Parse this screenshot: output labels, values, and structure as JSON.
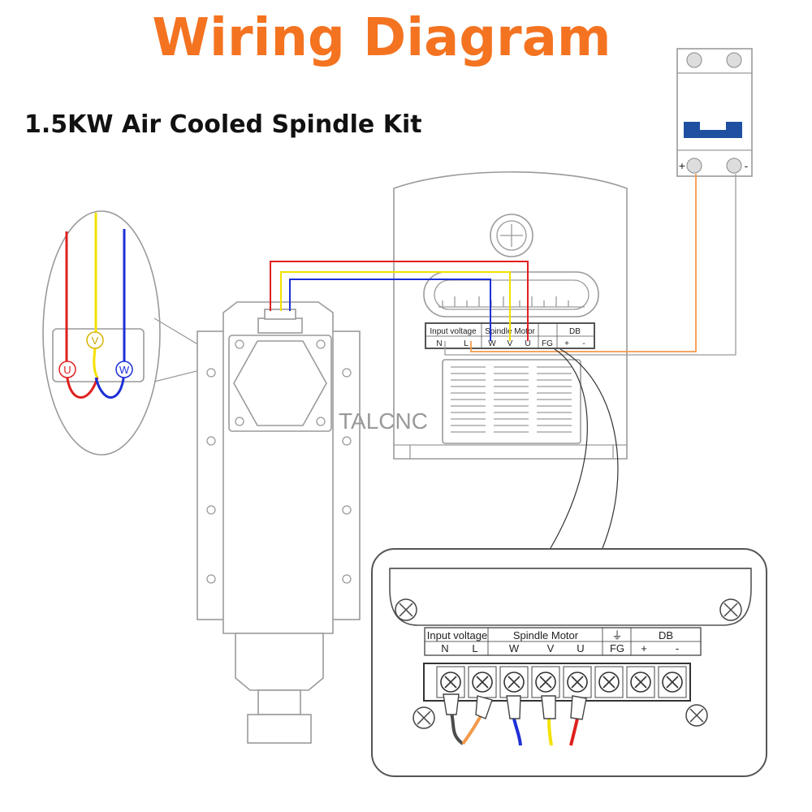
{
  "title": "Wiring Diagram",
  "subtitle": "1.5KW Air Cooled Spindle Kit",
  "watermark": "TALCNC",
  "breaker": {
    "plus": "+",
    "minus": "-"
  },
  "motor_inset": {
    "u": "U",
    "v": "V",
    "w": "W"
  },
  "vfd_terminal": {
    "group_input": "Input voltage",
    "group_spindle": "Spindle Motor",
    "group_db": "DB",
    "n": "N",
    "l": "L",
    "w": "W",
    "v": "V",
    "u": "U",
    "fg": "FG",
    "plus": "+",
    "minus": "-"
  },
  "terminal_block": {
    "group_input": "Input voltage",
    "group_spindle": "Spindle Motor",
    "group_db": "DB",
    "n": "N",
    "l": "L",
    "w": "W",
    "v": "V",
    "u": "U",
    "fg": "FG",
    "plus": "+",
    "minus": "-",
    "ground_symbol": "⏚"
  },
  "colors": {
    "title": "#f47321",
    "wire_red": "#e0201e",
    "wire_yellow": "#f4e100",
    "wire_blue": "#1d2fd6",
    "wire_orange": "#f39a4a",
    "wire_grey": "#9a9a9a",
    "breaker_blue": "#1f4fa0"
  }
}
